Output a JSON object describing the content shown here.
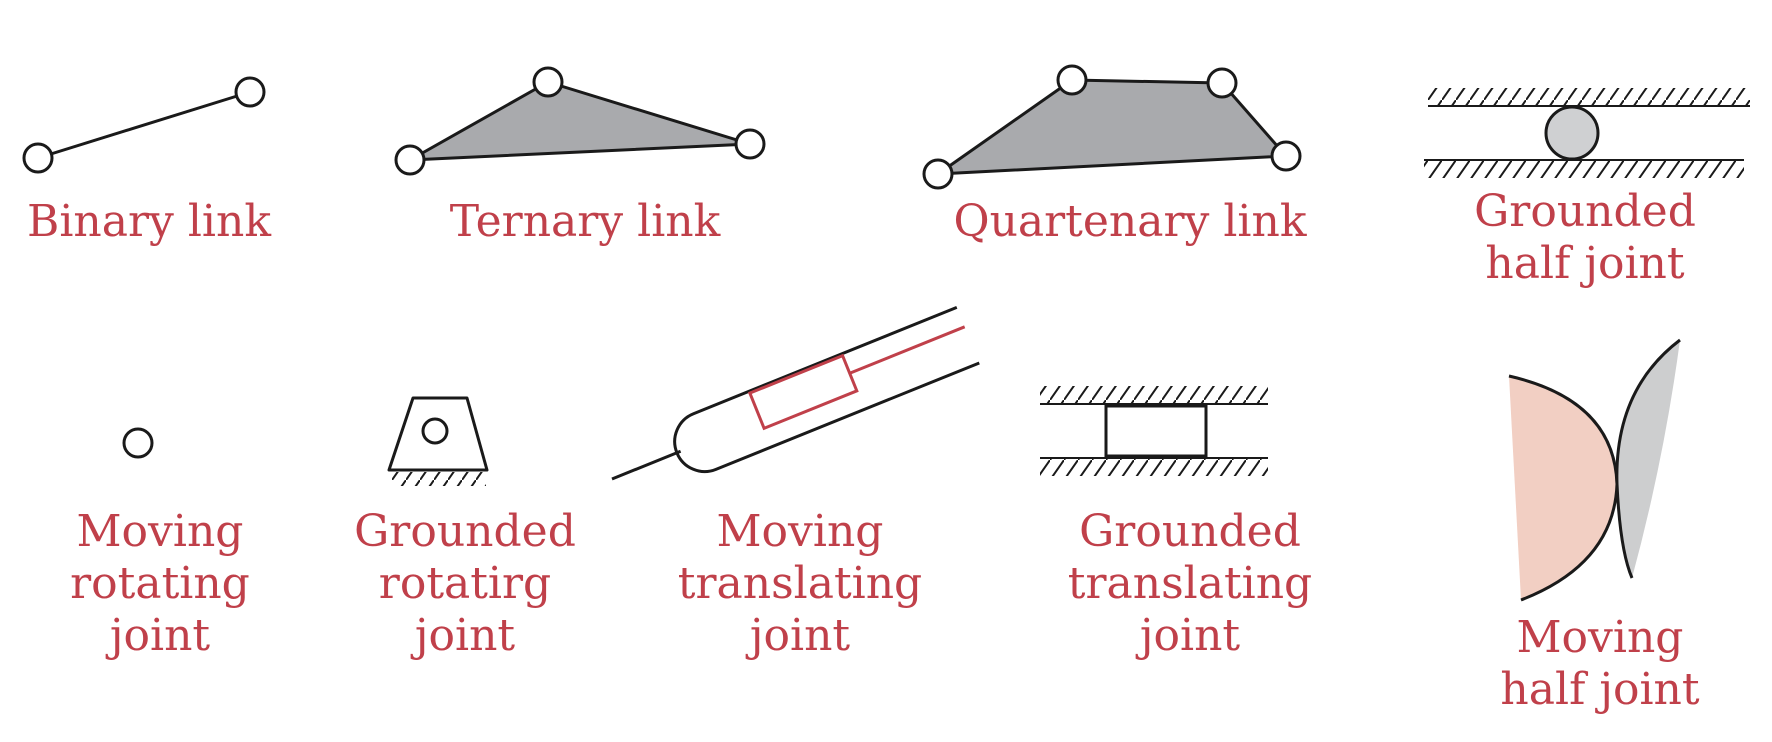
{
  "colors": {
    "label": "#c0404a",
    "stroke": "#1a1a1a",
    "link_fill": "#a9aaad",
    "ball_fill": "#cfd0d2",
    "cam_fill": "#f2cfc3",
    "follower_fill": "#cdcecf",
    "slider_red": "#c0404a"
  },
  "labels": {
    "binary_link": "Binary link",
    "ternary_link": "Ternary link",
    "quartenary_link": "Quartenary link",
    "grounded_half_joint": [
      "Grounded",
      "half joint"
    ],
    "moving_rotating_joint": [
      "Moving",
      "rotating",
      "joint"
    ],
    "grounded_rotating_joint": [
      "Grounded",
      "rotatirg",
      "joint"
    ],
    "moving_translating_joint": [
      "Moving",
      "translating",
      "joint"
    ],
    "grounded_translating_joint": [
      "Grounded",
      "translating",
      "joint"
    ],
    "moving_half_joint": [
      "Moving",
      "half joint"
    ]
  },
  "icons": [
    "binary-link-icon",
    "ternary-link-icon",
    "quartenary-link-icon",
    "grounded-half-joint-icon",
    "moving-rotating-joint-icon",
    "grounded-rotating-joint-icon",
    "moving-translating-joint-icon",
    "grounded-translating-joint-icon",
    "moving-half-joint-icon"
  ]
}
